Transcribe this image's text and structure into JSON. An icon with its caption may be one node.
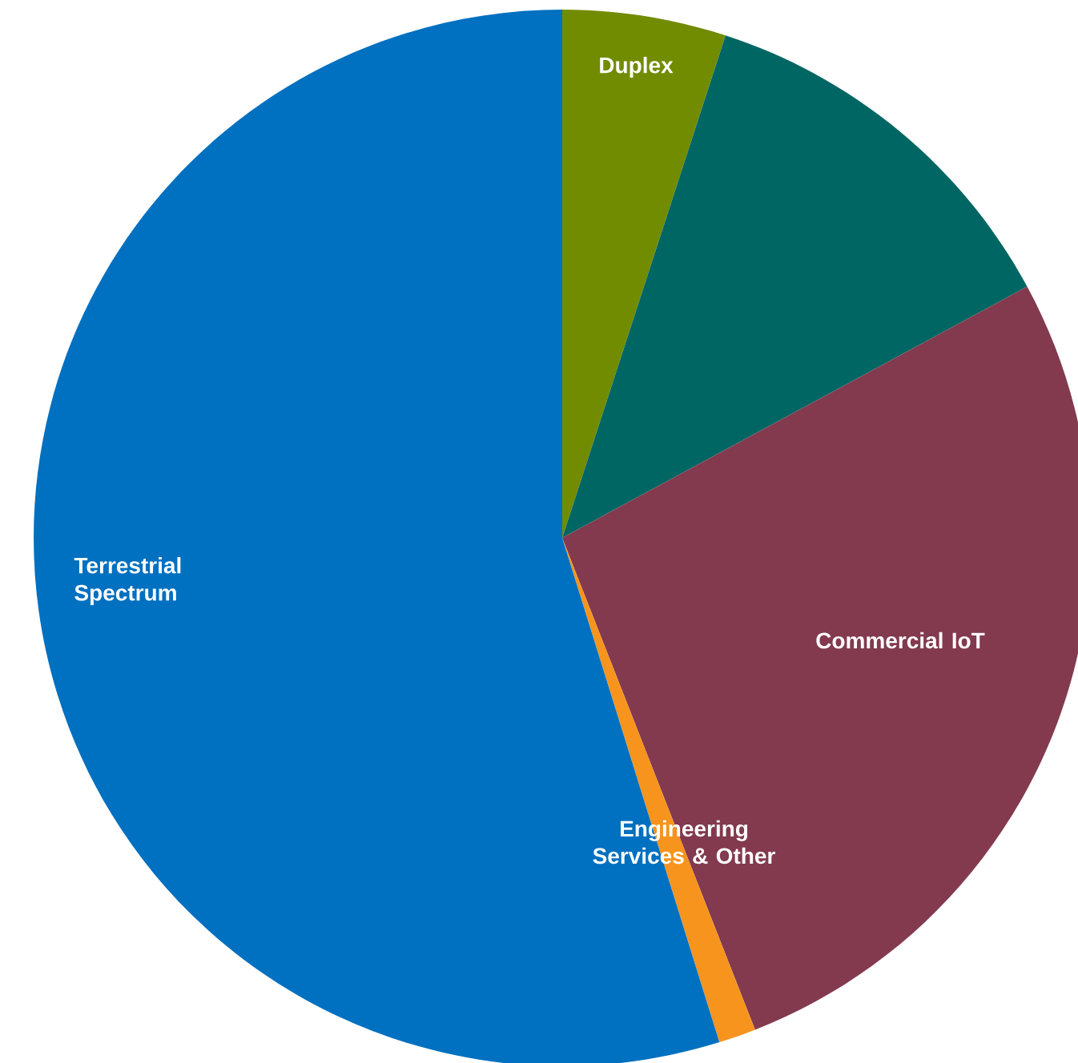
{
  "diagram": {
    "labels": [
      "Duplex",
      "Commercial IoT",
      "Engineering Services & Other",
      "Terrestrial Spectrum"
    ]
  }
}
